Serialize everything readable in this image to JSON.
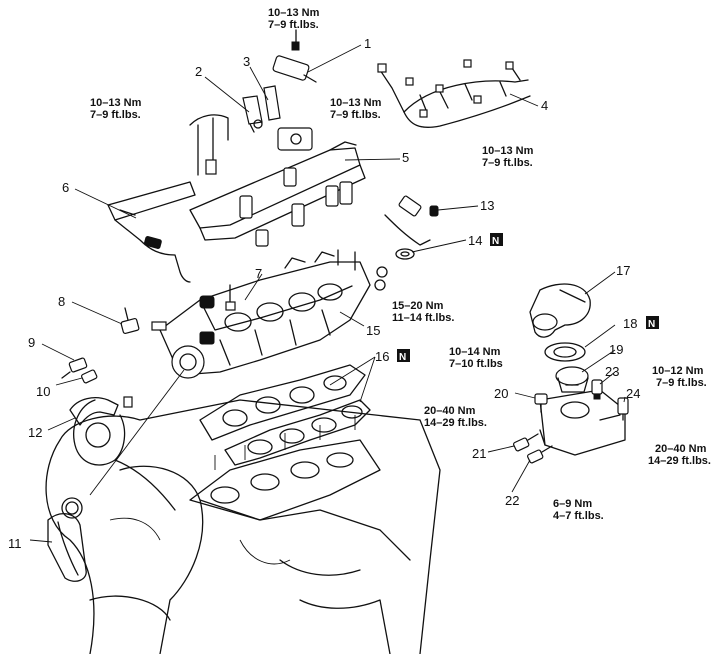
{
  "callouts": {
    "c1": "1",
    "c2": "2",
    "c3": "3",
    "c4": "4",
    "c5": "5",
    "c6": "6",
    "c7": "7",
    "c8": "8",
    "c9": "9",
    "c10": "10",
    "c11": "11",
    "c12": "12",
    "c13": "13",
    "c14": "14",
    "c15": "15",
    "c16": "16",
    "c17": "17",
    "c18": "18",
    "c19": "19",
    "c20": "20",
    "c21": "21",
    "c22": "22",
    "c23": "23",
    "c24": "24"
  },
  "badges": {
    "new_part_mark": "N"
  },
  "torque": {
    "t_top_nm": "10–13 Nm",
    "t_top_ft": "7–9 ft.lbs.",
    "t_left_nm": "10–13 Nm",
    "t_left_ft": "7–9 ft.lbs.",
    "t_center_nm": "10–13 Nm",
    "t_center_ft": "7–9 ft.lbs.",
    "t_right_nm": "10–13 Nm",
    "t_right_ft": "7–9 ft.lbs.",
    "t_nut_nm": "15–20 Nm",
    "t_nut_ft": "11–14 ft.lbs.",
    "t_sensor20_nm": "10–14 Nm",
    "t_sensor20_ft": "7–10 ft.lbs",
    "t_sensor23_nm": "10–12 Nm",
    "t_sensor23_ft": "7–9 ft.lbs.",
    "t_sensor21_nm": "20–40 Nm",
    "t_sensor21_ft": "14–29 ft.lbs.",
    "t_sensor24_nm": "20–40 Nm",
    "t_sensor24_ft": "14–29 ft.lbs.",
    "t_sensor22_nm": "6–9 Nm",
    "t_sensor22_ft": "4–7 ft.lbs."
  }
}
